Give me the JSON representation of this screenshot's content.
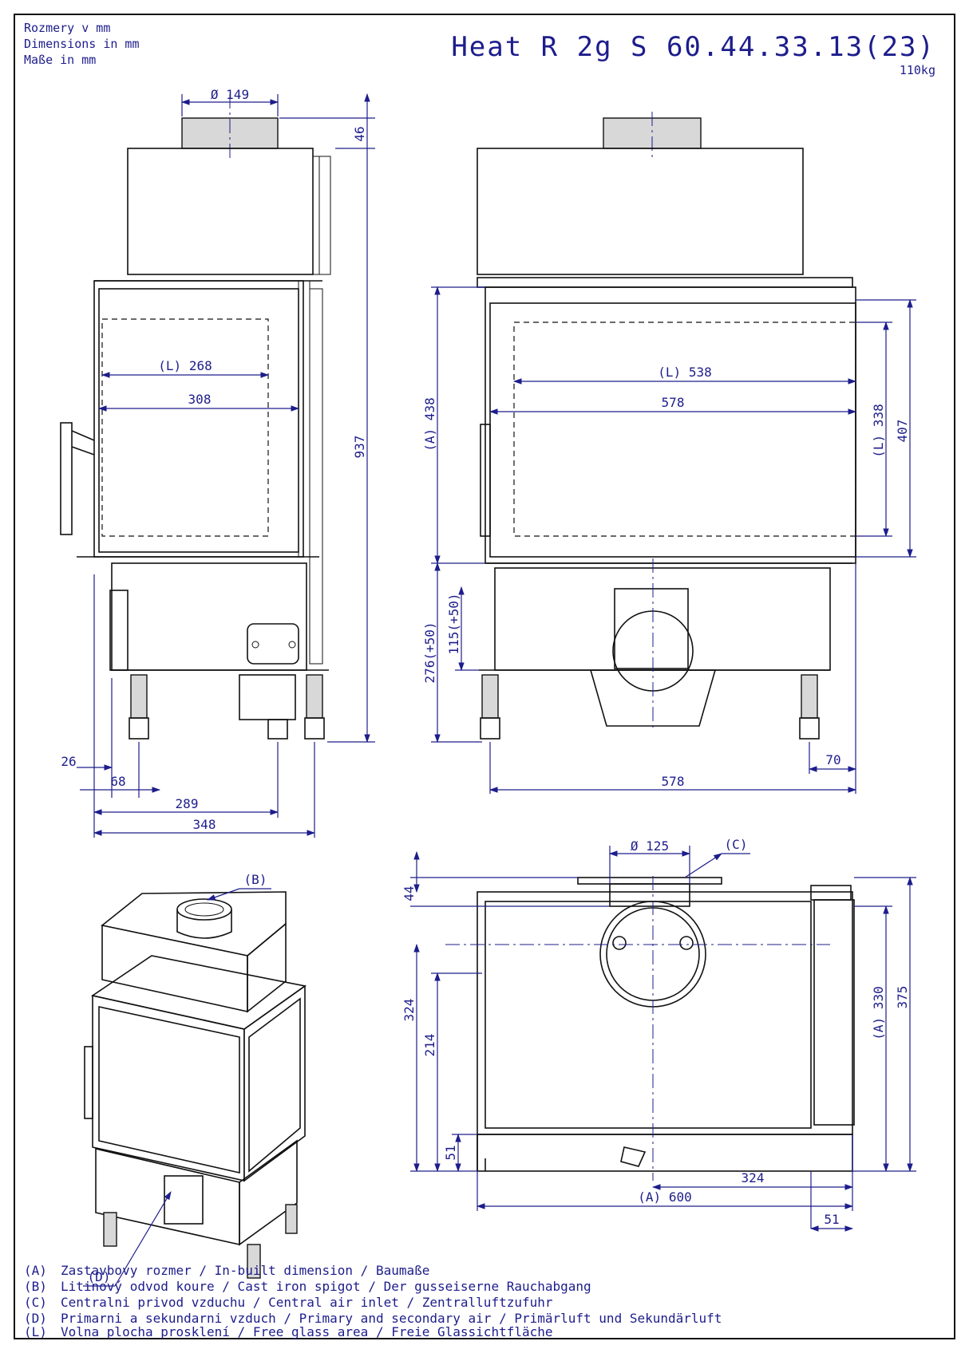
{
  "header": {
    "units": [
      "Rozmery v mm",
      "Dimensions in mm",
      "Maße in mm"
    ],
    "title": "Heat R 2g S 60.44.33.13(23)",
    "weight": "110kg"
  },
  "side_view": {
    "spigot_diameter": "Ø 149",
    "top_offset": "46",
    "glass_width": "(L) 268",
    "opening_width": "308",
    "total_height": "937",
    "dim_26": "26",
    "dim_68": "68",
    "dim_289": "289",
    "dim_348": "348"
  },
  "front_view": {
    "glass_width": "(L) 538",
    "opening_width": "578",
    "opening_height": "(A) 438",
    "glass_height": "(L) 338",
    "height_407": "407",
    "leg_height": "276(+50)",
    "lower_height": "115(+50)",
    "dim_70": "70",
    "dim_578": "578"
  },
  "top_view": {
    "inlet_diameter": "Ø 125",
    "inlet_label": "(C)",
    "dim_44": "44",
    "dim_324_v": "324",
    "dim_214": "214",
    "dim_51_v": "51",
    "depth_330": "(A) 330",
    "depth_375": "375",
    "dim_51_h": "51",
    "dim_324_h": "324",
    "width_600": "(A) 600"
  },
  "iso_view": {
    "label_b": "(B)",
    "label_d": "(D)"
  },
  "legend": [
    {
      "key": "(A)",
      "text": "Zastavbovy rozmer / In-built dimension / Baumaße"
    },
    {
      "key": "(B)",
      "text": "Litinový odvod koure / Cast iron spigot / Der gusseiserne Rauchabgang"
    },
    {
      "key": "(C)",
      "text": "Centralni privod vzduchu / Central air inlet / Zentralluftzufuhr"
    },
    {
      "key": "(D)",
      "text": "Primarni a sekundarni vzduch / Primary and secondary air / Primärluft und Sekundärluft"
    },
    {
      "key": "(L)",
      "text": "Volna plocha prosklení / Free glass area / Freie Glassichtfläche"
    }
  ]
}
